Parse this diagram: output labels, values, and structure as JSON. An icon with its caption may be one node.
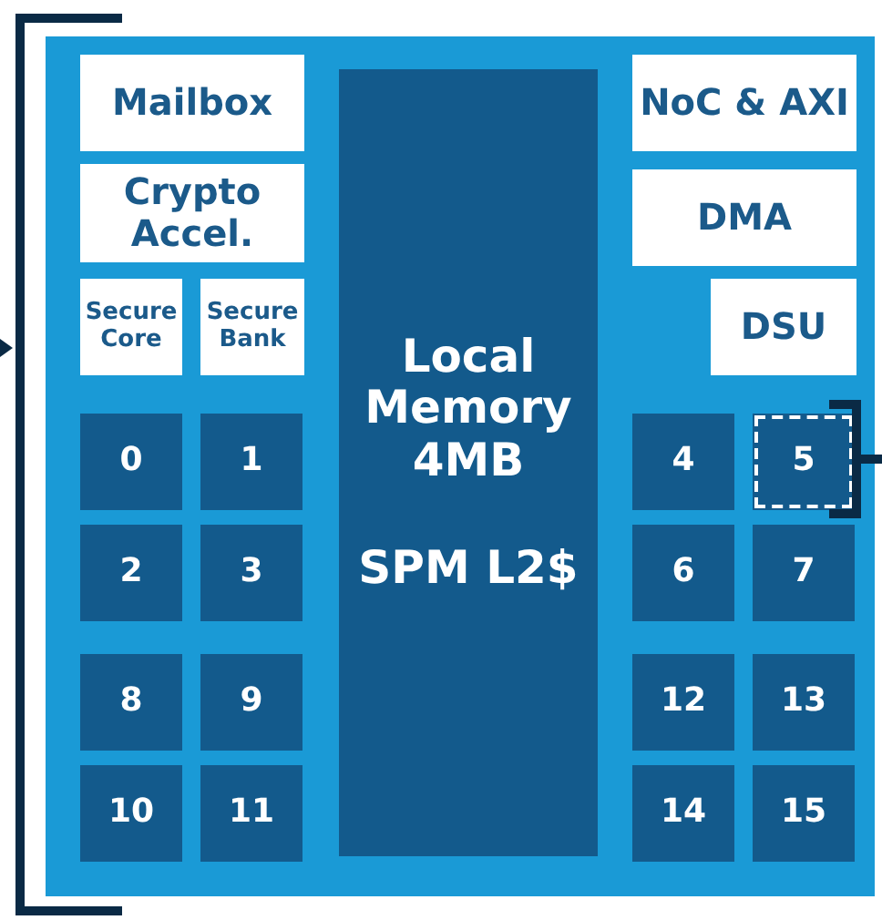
{
  "diagram": {
    "nodes": [
      {
        "text": [],
        "shape": "box"
      },
      {
        "text": [
          "Mailbox"
        ],
        "in": 0
      },
      {
        "text": [
          "Local Memory 4MB",
          "SPM L2$"
        ],
        "in": 0
      },
      {
        "text": [
          "NoC & AXI"
        ],
        "in": 0
      },
      {
        "text": [
          "Crypto Accel."
        ],
        "in": 0
      },
      {
        "text": [
          "DMA"
        ],
        "in": 0
      },
      {
        "text": [
          "Secure Core"
        ],
        "in": 0
      },
      {
        "text": [
          "Secure Bank"
        ],
        "in": 0
      },
      {
        "text": [
          "DSU"
        ],
        "in": 0
      },
      {
        "text": [
          "0"
        ],
        "in": 0
      },
      {
        "text": [
          "1"
        ],
        "in": 0
      },
      {
        "text": [
          "4"
        ],
        "in": 0
      },
      {
        "text": [
          "5"
        ],
        "in": 0
      },
      {
        "text": [
          "2"
        ],
        "in": 0
      },
      {
        "text": [
          "3"
        ],
        "in": 0
      },
      {
        "text": [
          "6"
        ],
        "in": 0
      },
      {
        "text": [
          "7"
        ],
        "in": 0
      },
      {
        "text": [
          "8"
        ],
        "in": 0
      },
      {
        "text": [
          "9"
        ],
        "in": 0
      },
      {
        "text": [
          "12"
        ],
        "in": 0
      },
      {
        "text": [
          "13"
        ],
        "in": 0
      },
      {
        "text": [
          "10"
        ],
        "in": 0
      },
      {
        "text": [
          "11"
        ],
        "in": 0
      },
      {
        "text": [
          "14"
        ],
        "in": 0
      },
      {
        "text": [
          "15"
        ],
        "in": 0
      }
    ]
  }
}
